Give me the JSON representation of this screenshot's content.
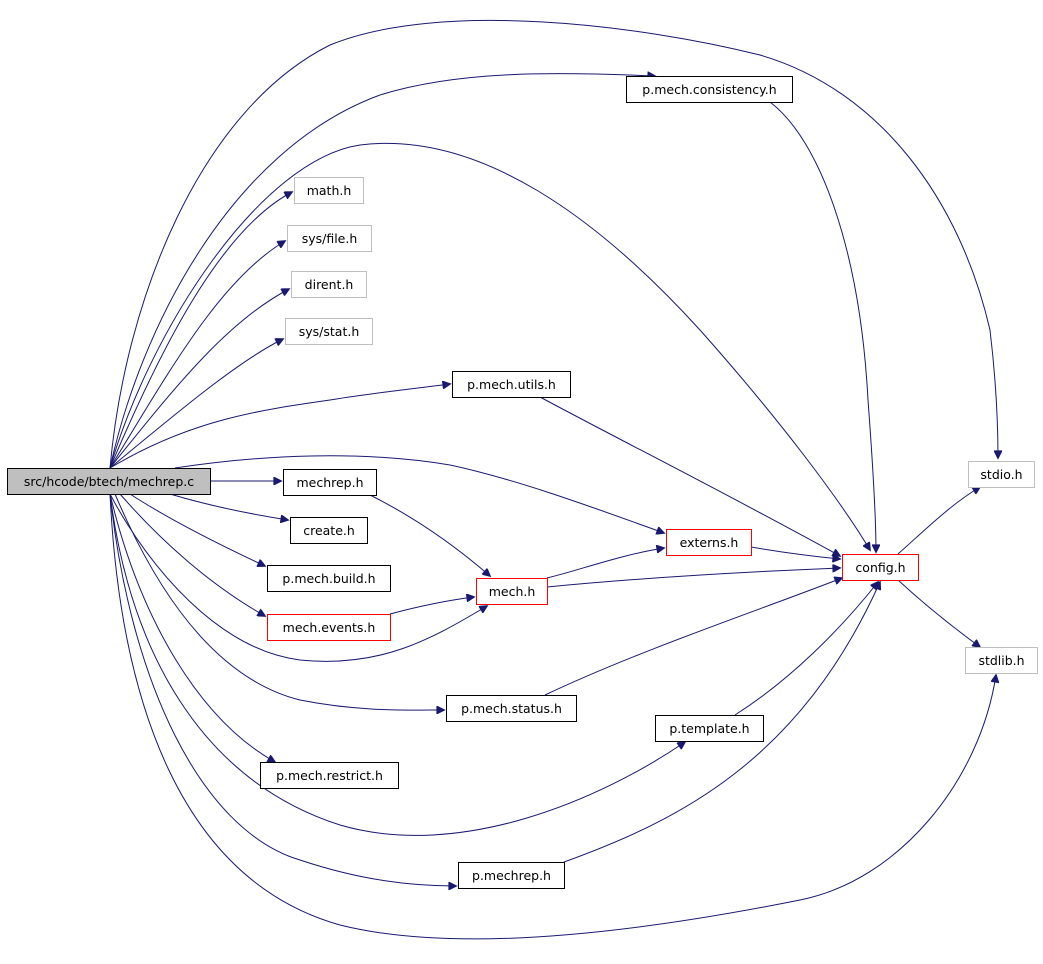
{
  "colors": {
    "edge": "#191970",
    "root_fill": "#bfbfbf",
    "root_border": "#000000",
    "default_border": "#000000",
    "truncated_border": "#ff0000",
    "external_border": "#bfbfbf",
    "text": "#000000"
  },
  "graph": {
    "root": "src/hcode/btech/mechrep.c",
    "nodes": [
      {
        "id": "root",
        "label": "src/hcode/btech/mechrep.c",
        "style": "root"
      },
      {
        "id": "consistency",
        "label": "p.mech.consistency.h",
        "style": "default"
      },
      {
        "id": "math",
        "label": "math.h",
        "style": "external"
      },
      {
        "id": "sysfile",
        "label": "sys/file.h",
        "style": "external"
      },
      {
        "id": "dirent",
        "label": "dirent.h",
        "style": "external"
      },
      {
        "id": "sysstat",
        "label": "sys/stat.h",
        "style": "external"
      },
      {
        "id": "utils",
        "label": "p.mech.utils.h",
        "style": "default"
      },
      {
        "id": "mechrep_h",
        "label": "mechrep.h",
        "style": "default"
      },
      {
        "id": "create",
        "label": "create.h",
        "style": "default"
      },
      {
        "id": "build",
        "label": "p.mech.build.h",
        "style": "default"
      },
      {
        "id": "events",
        "label": "mech.events.h",
        "style": "truncated"
      },
      {
        "id": "mech",
        "label": "mech.h",
        "style": "truncated"
      },
      {
        "id": "externs",
        "label": "externs.h",
        "style": "truncated"
      },
      {
        "id": "config",
        "label": "config.h",
        "style": "truncated"
      },
      {
        "id": "stdio",
        "label": "stdio.h",
        "style": "external"
      },
      {
        "id": "stdlib",
        "label": "stdlib.h",
        "style": "external"
      },
      {
        "id": "status",
        "label": "p.mech.status.h",
        "style": "default"
      },
      {
        "id": "template",
        "label": "p.template.h",
        "style": "default"
      },
      {
        "id": "restrict",
        "label": "p.mech.restrict.h",
        "style": "default"
      },
      {
        "id": "pmechrep",
        "label": "p.mechrep.h",
        "style": "default"
      }
    ],
    "edges": [
      {
        "from": "root",
        "to": "consistency"
      },
      {
        "from": "root",
        "to": "stdio"
      },
      {
        "from": "root",
        "to": "config"
      },
      {
        "from": "root",
        "to": "math"
      },
      {
        "from": "root",
        "to": "sysfile"
      },
      {
        "from": "root",
        "to": "dirent"
      },
      {
        "from": "root",
        "to": "sysstat"
      },
      {
        "from": "root",
        "to": "utils"
      },
      {
        "from": "root",
        "to": "externs"
      },
      {
        "from": "root",
        "to": "mechrep_h"
      },
      {
        "from": "root",
        "to": "create"
      },
      {
        "from": "root",
        "to": "build"
      },
      {
        "from": "root",
        "to": "events"
      },
      {
        "from": "root",
        "to": "mech"
      },
      {
        "from": "root",
        "to": "status"
      },
      {
        "from": "root",
        "to": "restrict"
      },
      {
        "from": "root",
        "to": "template"
      },
      {
        "from": "root",
        "to": "pmechrep"
      },
      {
        "from": "root",
        "to": "stdlib"
      },
      {
        "from": "consistency",
        "to": "config"
      },
      {
        "from": "utils",
        "to": "config"
      },
      {
        "from": "mechrep_h",
        "to": "mech"
      },
      {
        "from": "events",
        "to": "mech"
      },
      {
        "from": "mech",
        "to": "externs"
      },
      {
        "from": "mech",
        "to": "config"
      },
      {
        "from": "externs",
        "to": "config"
      },
      {
        "from": "status",
        "to": "config"
      },
      {
        "from": "template",
        "to": "config"
      },
      {
        "from": "pmechrep",
        "to": "config"
      },
      {
        "from": "config",
        "to": "stdio"
      },
      {
        "from": "config",
        "to": "stdlib"
      }
    ]
  }
}
